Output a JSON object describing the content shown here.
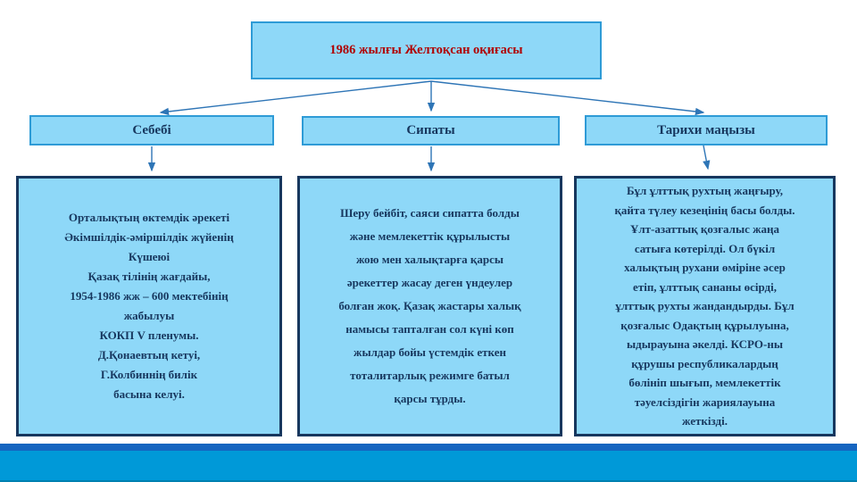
{
  "title": "1986 жылғы Желтоқсан оқиғасы",
  "branches": [
    {
      "label": "Себебі",
      "details": [
        "Орталықтың өктемдік әрекеті",
        "Әкімшілдік-әміршілдік жүйенің",
        "Күшеюі",
        "Қазақ тілінің  жағдайы,",
        "1954-1986 жж – 600 мектебінің",
        "жабылуы",
        "КОКП V пленумы.",
        "Д.Қонаевтың кетуі,",
        "Г.Колбиннің билік",
        "басына келуі."
      ]
    },
    {
      "label": "Сипаты",
      "details": [
        "Шеру бейбіт, саяси сипатта болды",
        "және мемлекеттік құрылысты",
        "жою мен халықтарға қарсы",
        "әрекеттер жасау деген үндеулер",
        "болған жоқ. Қазақ жастары халық",
        "намысы тапталған сол күні көп",
        "жылдар бойы үстемдік еткен",
        "тоталитарлық режимге  батыл",
        "қарсы тұрды."
      ]
    },
    {
      "label": "Тарихи маңызы",
      "details": [
        "Бұл ұлттық рухтың жаңғыру,",
        "қайта түлеу кезеңінің басы болды.",
        "Ұлт-азаттық қозғалыс жаңа",
        "сатыға көтерілді. Ол бүкіл",
        "халықтың рухани өміріне әсер",
        "етіп, ұлттық сананы өсірді,",
        "ұлттық рухты жандандырды. Бұл",
        "қозғалыс Одақтың құрылуына,",
        "ыдырауына әкелді. КСРО-ны",
        "құрушы республикалардың",
        "бөлініп шығып, мемлекеттік",
        "тәуелсіздігін жариялауына",
        "жеткізді."
      ]
    }
  ],
  "colors": {
    "box_fill": "#8ED8F8",
    "box_border_light": "#2E9BD6",
    "box_border_dark": "#17375E",
    "text_navy": "#17375E",
    "title_red": "#B00000",
    "arrow": "#2E75B6",
    "footer_dark_stripe": "#1565C0",
    "footer_bright_stripe": "#0099D8"
  }
}
